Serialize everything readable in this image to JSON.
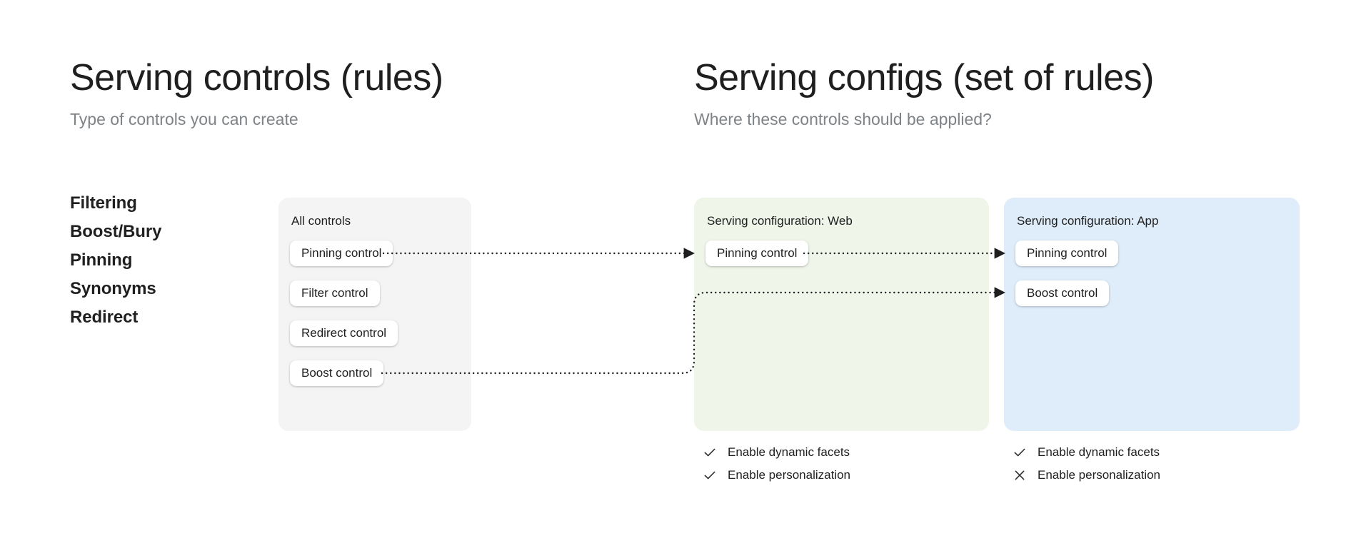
{
  "columns": {
    "left": {
      "title": "Serving controls (rules)",
      "subtitle": "Type of controls you can create"
    },
    "right": {
      "title": "Serving configs (set of rules)",
      "subtitle": "Where these controls should be applied?"
    }
  },
  "control_types": [
    {
      "label": "Filtering"
    },
    {
      "label": "Boost/Bury"
    },
    {
      "label": "Pinning"
    },
    {
      "label": "Synonyms"
    },
    {
      "label": "Redirect"
    }
  ],
  "panels": {
    "all_controls": {
      "title": "All controls",
      "background": "#f4f4f4",
      "chips": [
        {
          "label": "Pinning control"
        },
        {
          "label": "Filter control"
        },
        {
          "label": "Redirect control"
        },
        {
          "label": "Boost control"
        }
      ]
    },
    "config_web": {
      "title": "Serving configuration: Web",
      "background": "#eff5e9",
      "chips": [
        {
          "label": "Pinning control"
        }
      ],
      "features": [
        {
          "label": "Enable dynamic facets",
          "icon": "check-icon",
          "state": "enabled"
        },
        {
          "label": "Enable personalization",
          "icon": "check-icon",
          "state": "enabled"
        }
      ]
    },
    "config_app": {
      "title": "Serving configuration: App",
      "background": "#dfecf9",
      "chips": [
        {
          "label": "Pinning control"
        },
        {
          "label": "Boost control"
        }
      ],
      "features": [
        {
          "label": "Enable dynamic facets",
          "icon": "check-icon",
          "state": "enabled"
        },
        {
          "label": "Enable personalization",
          "icon": "cross-icon",
          "state": "disabled"
        }
      ]
    }
  },
  "connectors": [
    {
      "name": "pinning-all-to-web",
      "from": "All controls / Pinning control",
      "to": "Serving configuration: Web / Pinning control",
      "style": "dotted-arrow"
    },
    {
      "name": "pinning-web-to-app",
      "from": "Serving configuration: Web / Pinning control",
      "to": "Serving configuration: App / Pinning control",
      "style": "dotted-arrow"
    },
    {
      "name": "boost-all-to-app",
      "from": "All controls / Boost control",
      "to": "Serving configuration: App / Boost control",
      "style": "dotted-elbow-arrow"
    }
  ],
  "colors": {
    "connector": "#1f1f1f",
    "subtitle_text": "#7e8387",
    "body_text": "#1f1f1f",
    "page_background": "#ffffff"
  }
}
